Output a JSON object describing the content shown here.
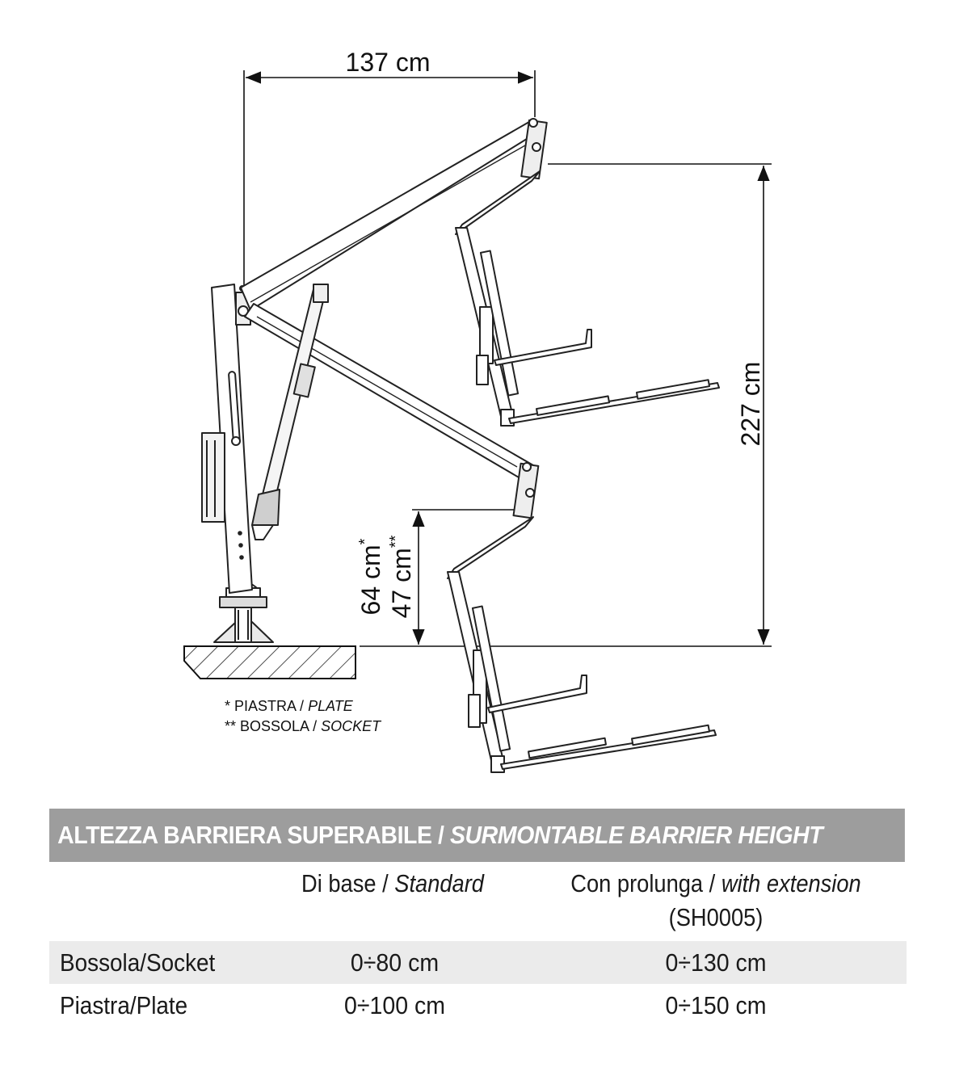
{
  "dimensions": {
    "reach": "137 cm",
    "height": "227 cm",
    "plate_height": "64 cm",
    "plate_mark": "*",
    "socket_height": "47 cm",
    "socket_mark": "**"
  },
  "notes": [
    {
      "mark": "*",
      "label": "PIASTRA / ",
      "label_italic": "PLATE"
    },
    {
      "mark": "**",
      "label": "BOSSOLA / ",
      "label_italic": "SOCKET"
    }
  ],
  "table": {
    "title": "ALTEZZA BARRIERA SUPERABILE / ",
    "title_italic": "SURMONTABLE BARRIER HEIGHT",
    "col1": {
      "label": "Di base / ",
      "label_italic": "Standard"
    },
    "col2": {
      "label": "Con prolunga / ",
      "label_italic": "with extension",
      "sub": "(SH0005)"
    },
    "rows": [
      {
        "label": "Bossola/Socket",
        "standard": "0÷80 cm",
        "extension": "0÷130 cm"
      },
      {
        "label": "Piastra/Plate",
        "standard": "0÷100 cm",
        "extension": "0÷150 cm"
      }
    ]
  }
}
